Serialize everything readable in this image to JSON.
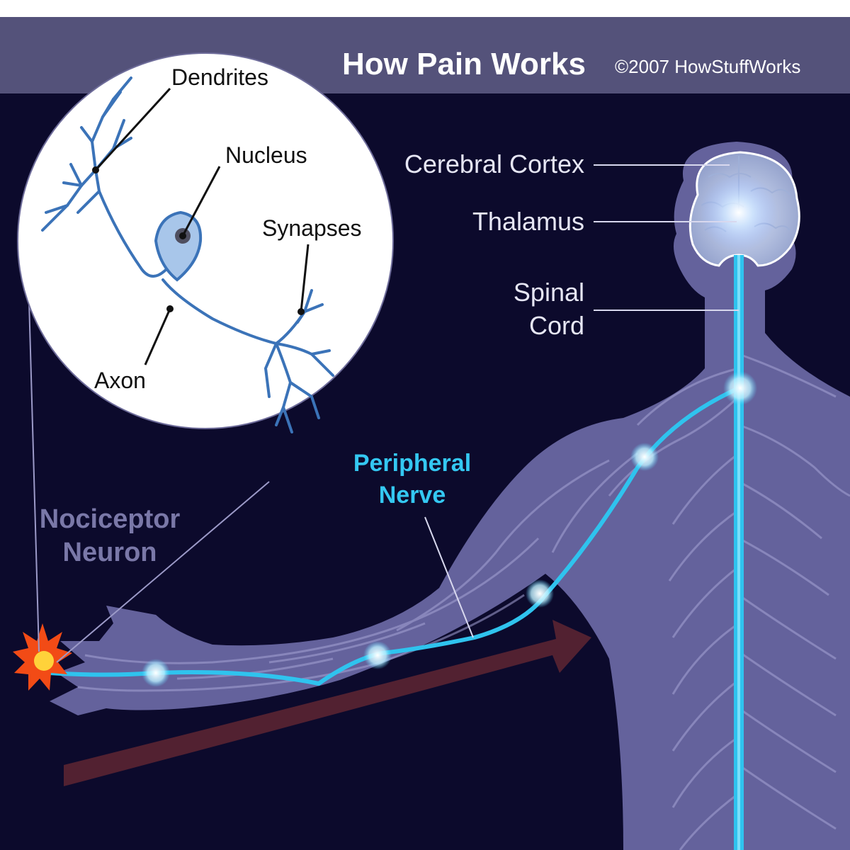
{
  "title": "How Pain Works",
  "copyright": "©2007 HowStuffWorks",
  "labels": {
    "dendrites": "Dendrites",
    "nucleus": "Nucleus",
    "synapses": "Synapses",
    "axon": "Axon",
    "cerebral_cortex": "Cerebral Cortex",
    "thalamus": "Thalamus",
    "spinal_line1": "Spinal",
    "spinal_line2": "Cord",
    "peripheral_line1": "Peripheral",
    "peripheral_line2": "Nerve",
    "nociceptor_line1": "Nociceptor",
    "nociceptor_line2": "Neuron"
  },
  "colors": {
    "background": "#0c0a2c",
    "header_band": "#54527a",
    "body": "#6d6aa6",
    "nerve": "#2fc3ee",
    "neuron": "#3b73b8",
    "peripheral_label": "#34c8f2",
    "nociceptor_label": "#7a78a8",
    "arrow": "#5a2432",
    "pain_burst": "#f24b16"
  }
}
